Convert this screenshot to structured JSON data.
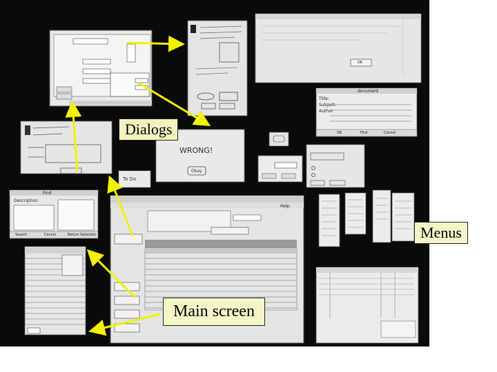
{
  "callouts": {
    "dialogs": "Dialogs",
    "menus": "Menus",
    "main_screen": "Main screen"
  },
  "sketches": {
    "wrong_dialog_text": "WRONG!",
    "wrong_dialog_button": "Okay",
    "todo_note": "To Do",
    "find_dialog_title": "Find",
    "find_dialog_label": "Description:",
    "find_buttons": [
      "Search",
      "Cancel",
      "Return Selection"
    ],
    "document_title": "document",
    "document_fields": [
      "Title:",
      "Subject:",
      "Author:"
    ],
    "document_buttons": [
      "OK",
      "Find",
      "Cancel"
    ],
    "main_screen_menu": "Help",
    "ok_button": "OK"
  },
  "colors": {
    "background": "#0a0a0a",
    "paper": "#e9e9e9",
    "callout": "#f5f5c8",
    "arrow": "#f2f200"
  }
}
